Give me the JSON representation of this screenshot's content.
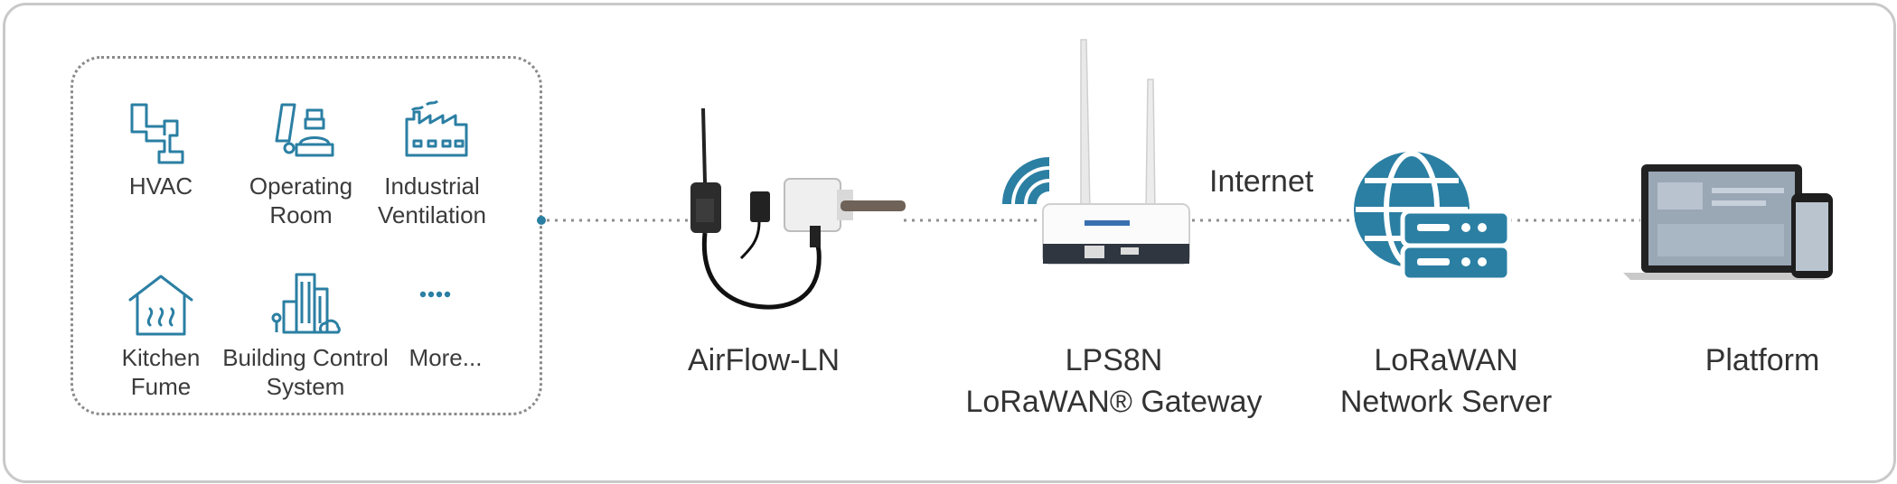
{
  "applications": [
    {
      "label": "HVAC",
      "icon": "pipe-icon"
    },
    {
      "label": "Operating\nRoom",
      "icon": "operating-room-icon"
    },
    {
      "label": "Industrial\nVentilation",
      "icon": "factory-icon"
    },
    {
      "label": "Kitchen\nFume",
      "icon": "kitchen-house-icon"
    },
    {
      "label": "Building Control\nSystem",
      "icon": "buildings-icon"
    },
    {
      "label": "More...",
      "icon": "ellipsis-icon"
    }
  ],
  "stages": {
    "sensor": {
      "label": "AirFlow-LN"
    },
    "gateway": {
      "label": "LPS8N\nLoRaWAN® Gateway"
    },
    "server": {
      "label": "LoRaWAN\nNetwork Server"
    },
    "platform": {
      "label": "Platform"
    }
  },
  "links": {
    "internet_label": "Internet"
  },
  "colors": {
    "accent": "#2b7fa3",
    "line": "#8f8f8f",
    "frame": "#c9c9c9"
  }
}
